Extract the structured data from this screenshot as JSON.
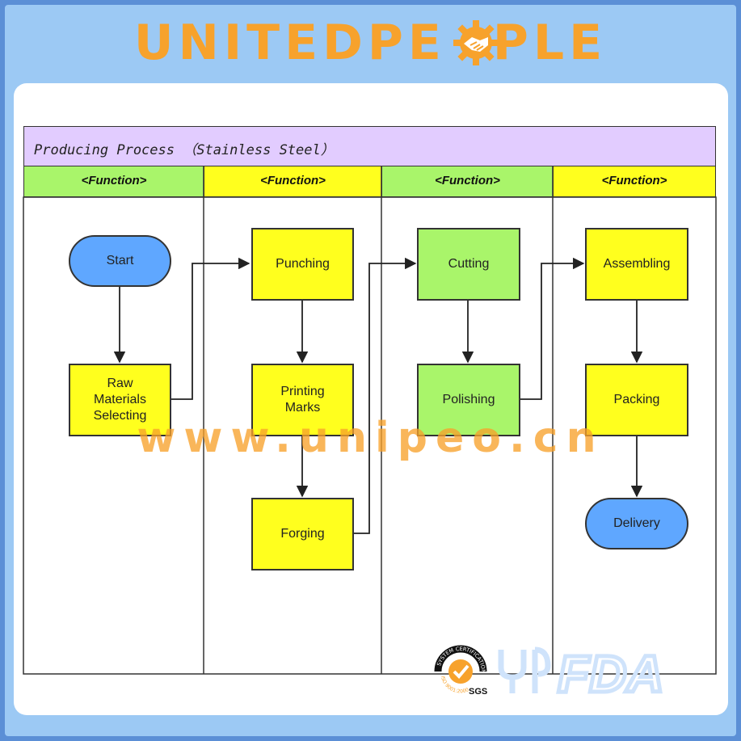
{
  "brand": {
    "name_left": "UNITEDPE",
    "name_right": "PLE",
    "watermark": "www.unipeo.cn"
  },
  "diagram": {
    "title": "Producing Process （Stainless Steel）",
    "lanes": [
      {
        "label": "<Function>",
        "color": "#a9f56a"
      },
      {
        "label": "<Function>",
        "color": "#ffff1e"
      },
      {
        "label": "<Function>",
        "color": "#a9f56a"
      },
      {
        "label": "<Function>",
        "color": "#ffff1e"
      }
    ],
    "nodes": {
      "start": "Start",
      "raw_materials": "Raw\nMaterials\nSelecting",
      "punching": "Punching",
      "printing_marks": "Printing\nMarks",
      "forging": "Forging",
      "cutting": "Cutting",
      "polishing": "Polishing",
      "assembling": "Assembling",
      "packing": "Packing",
      "delivery": "Delivery"
    },
    "edges": [
      [
        "start",
        "raw_materials"
      ],
      [
        "raw_materials",
        "punching"
      ],
      [
        "punching",
        "printing_marks"
      ],
      [
        "printing_marks",
        "forging"
      ],
      [
        "forging",
        "cutting"
      ],
      [
        "cutting",
        "polishing"
      ],
      [
        "polishing",
        "assembling"
      ],
      [
        "assembling",
        "packing"
      ],
      [
        "packing",
        "delivery"
      ]
    ]
  },
  "badges": {
    "sgs_ring_text": "SYSTEM CERTIFICATION",
    "sgs_bottom_text": "ISO 9001:2000",
    "sgs_label": "SGS",
    "fda_label": "FDA"
  },
  "colors": {
    "brand_orange": "#f7a22c",
    "frame_blue": "#9cc9f4",
    "title_purple": "#e2ccff",
    "node_yellow": "#ffff1e",
    "node_green": "#a9f56a",
    "terminal_blue": "#5fa7ff"
  }
}
